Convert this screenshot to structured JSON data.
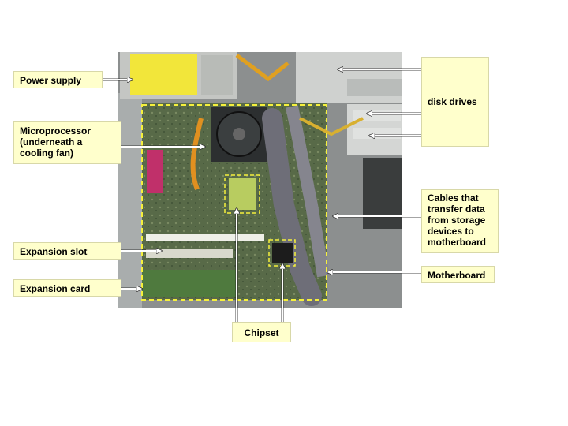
{
  "labels": {
    "power_supply": "Power supply",
    "microprocessor": "Microprocessor\n(underneath a\ncooling fan)",
    "expansion_slot": "Expansion slot",
    "expansion_card": "Expansion card",
    "chipset": "Chipset",
    "disk_drives": "disk drives",
    "cables": "Cables that\ntransfer data\nfrom storage\ndevices to\nmotherboard",
    "motherboard": "Motherboard"
  },
  "colors": {
    "label_fill": "#ffffcc",
    "dashed_outline": "#f5f03c",
    "power_supply_sticker": "#f2e63a",
    "arrow": "#ffffff"
  }
}
